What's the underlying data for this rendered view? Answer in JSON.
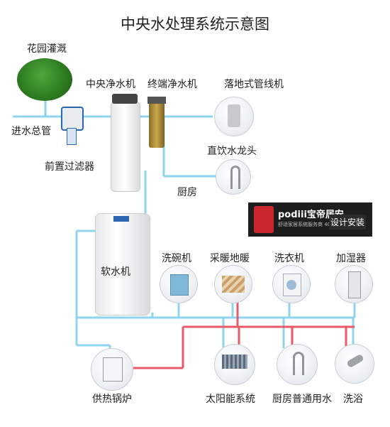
{
  "title": "中央水处理系统示意图",
  "labels": {
    "garden": "花园灌溉",
    "main_inlet": "进水总管",
    "prefilter": "前置过滤器",
    "central_purifier": "中央净水机",
    "terminal_purifier": "终端净水机",
    "floor_dispenser": "落地式管线机",
    "drinking_faucet": "直饮水龙头",
    "kitchen": "厨房",
    "softener": "软水机",
    "dishwasher": "洗碗机",
    "floor_heating": "采暖地暖",
    "washer": "洗衣机",
    "humidifier": "加湿器",
    "boiler": "供热锅炉",
    "solar": "太阳能系统",
    "kitchen_water": "厨房普通用水",
    "shower": "洗浴"
  },
  "brand": {
    "name": "podiii宝帝居安",
    "sub": "舒适家居系统服务商 400 800 6750",
    "tag": "设计安装"
  },
  "colors": {
    "cold_pipe": "#8fd3ef",
    "hot_pipe": "#e85a6a",
    "brand_red": "#c9272d"
  }
}
